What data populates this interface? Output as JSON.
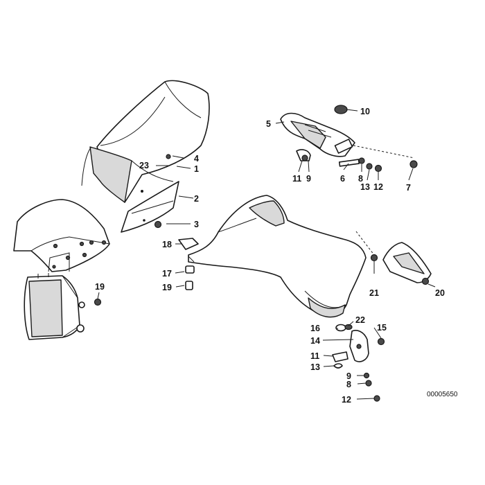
{
  "diagram": {
    "reference_number": "00005650",
    "callouts": {
      "c1": "1",
      "c2": "2",
      "c3": "3",
      "c4": "4",
      "c5": "5",
      "c6": "6",
      "c7": "7",
      "c8a": "8",
      "c8b": "8",
      "c9a": "9",
      "c9b": "9",
      "c10": "10",
      "c11a": "11",
      "c11b": "11",
      "c12a": "12",
      "c12b": "12",
      "c13a": "13",
      "c13b": "13",
      "c14": "14",
      "c15": "15",
      "c16": "16",
      "c17": "17",
      "c18": "18",
      "c19a": "19",
      "c19b": "19",
      "c20": "20",
      "c21": "21",
      "c22": "22",
      "c23": "23"
    }
  }
}
